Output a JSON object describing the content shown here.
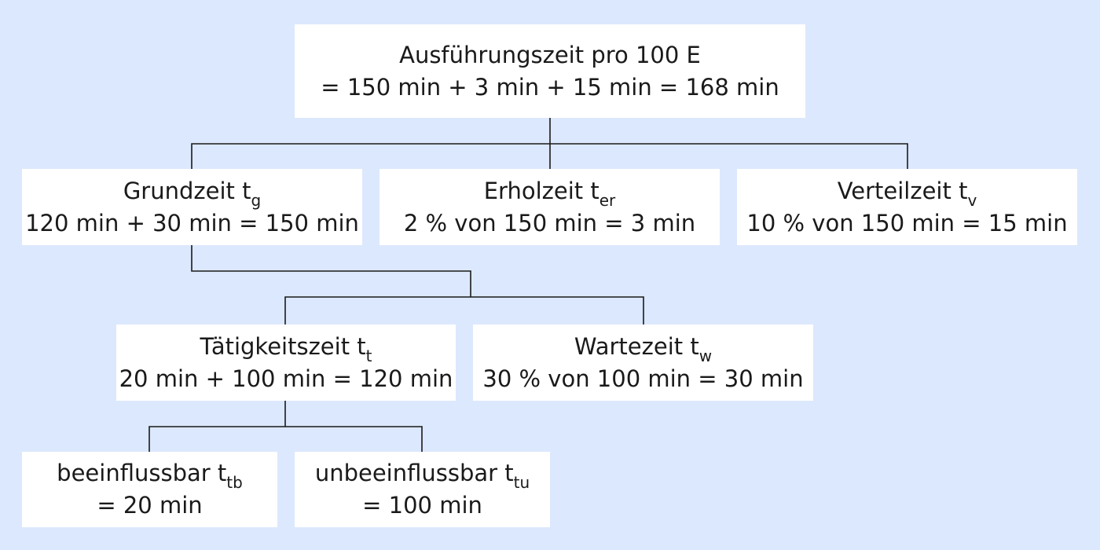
{
  "root": {
    "line1": "Ausführungszeit pro 100 E",
    "line2": "= 150 min + 3 min + 15 min = 168 min"
  },
  "grundzeit": {
    "label": "Grundzeit t",
    "sub": "g",
    "line2": "120 min + 30 min = 150 min"
  },
  "erholzeit": {
    "label": "Erholzeit t",
    "sub": "er",
    "line2": "2 % von 150 min = 3 min"
  },
  "verteilzeit": {
    "label": "Verteilzeit t",
    "sub": "v",
    "line2": "10 % von 150 min = 15 min"
  },
  "taetigkeitszeit": {
    "label": "Tätigkeitszeit t",
    "sub": "t",
    "line2": "20 min + 100 min = 120 min"
  },
  "wartezeit": {
    "label": "Wartezeit t",
    "sub": "w",
    "line2": "30 % von 100 min = 30 min"
  },
  "beeinflussbar": {
    "label": "beeinflussbar t",
    "sub": "tb",
    "line2": "= 20 min"
  },
  "unbeeinflussbar": {
    "label": "unbeeinflussbar t",
    "sub": "tu",
    "line2": "= 100 min"
  },
  "colors": {
    "background": "#dce8fd",
    "box": "#ffffff",
    "connector": "#1a1a1a"
  }
}
